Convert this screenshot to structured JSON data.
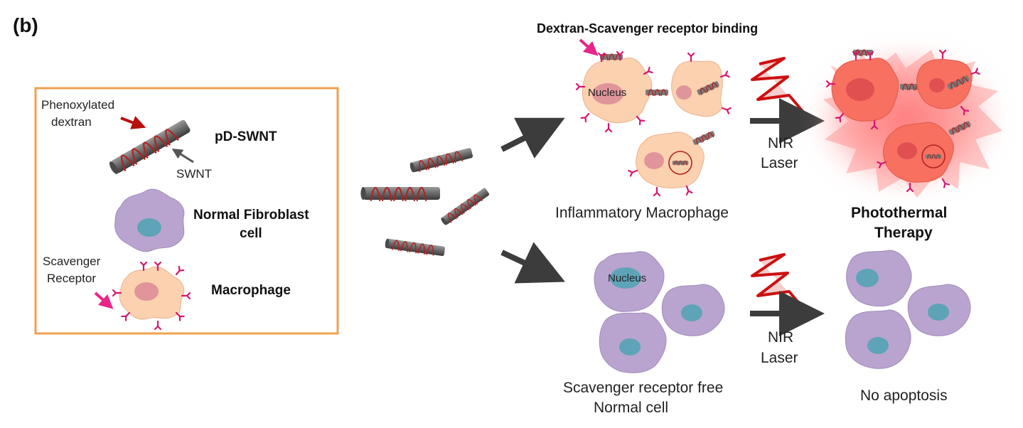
{
  "panel_label": "(b)",
  "legend": {
    "phenoxylated_dextran_label": [
      "Phenoxylated",
      "dextran"
    ],
    "swnt_label": "SWNT",
    "pd_swnt_label": "pD-SWNT",
    "fibroblast_label": [
      "Normal Fibroblast",
      "cell"
    ],
    "scavenger_receptor_label": [
      "Scavenger",
      "Receptor"
    ],
    "macrophage_label": "Macrophage"
  },
  "top_branch": {
    "binding_label": "Dextran-Scavenger receptor binding",
    "nucleus_label": "Nucleus",
    "cell_group_label": "Inflammatory Macrophage",
    "laser_label": [
      "NIR",
      "Laser"
    ],
    "outcome_label": [
      "Photothermal",
      "Therapy"
    ]
  },
  "bottom_branch": {
    "nucleus_label": "Nucleus",
    "cell_group_label": [
      "Scavenger receptor free",
      "Normal cell"
    ],
    "laser_label": [
      "NIR",
      "Laser"
    ],
    "outcome_label": "No apoptosis"
  },
  "colors": {
    "legend_border": "#f0a050",
    "macrophage_fill": "#fbd1b0",
    "macrophage_nucleus": "#e0959a",
    "fibroblast_fill": "#b9a4cf",
    "fibroblast_nucleus": "#5fa3b8",
    "receptor": "#d6156e",
    "dextran_coil": "#b22222",
    "nanotube": "#6e6e6e",
    "laser": "#cc1010",
    "pointer_pink": "#e8258a",
    "pointer_red": "#b80f0f",
    "flow_arrow": "#3c3c3c",
    "glow": "#ff6e6e"
  }
}
